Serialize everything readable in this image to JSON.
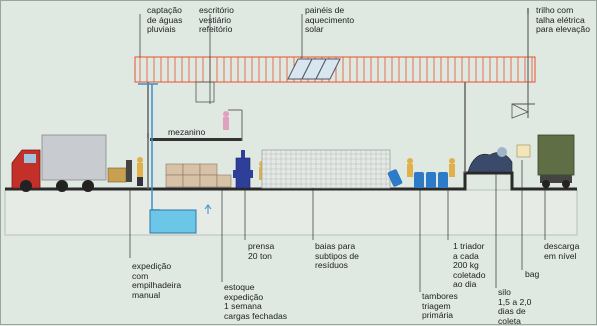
{
  "labels": {
    "rainwater": [
      "captação",
      "de águas",
      "pluviais"
    ],
    "office": [
      "escritório",
      "vestiário",
      "refeitório"
    ],
    "solar": [
      "painéis de",
      "aquecimento",
      "solar"
    ],
    "hoist": [
      "trilho com",
      "talha elétrica",
      "para elevação"
    ],
    "mezzanine": [
      "mezanino"
    ],
    "dispatch": [
      "expedição",
      "com",
      "empilhadeira",
      "manual"
    ],
    "storage": [
      "estoque",
      "expedição",
      "1 semana",
      "cargas fechadas"
    ],
    "press": [
      "prensa",
      "20 ton"
    ],
    "bays": [
      "baias para",
      "subtipos de",
      "resíduos"
    ],
    "drums": [
      "tambores",
      "triagem",
      "primária"
    ],
    "sorter": [
      "1 triador",
      "a cada",
      "200 kg",
      "coletado",
      "ao dia"
    ],
    "silo": [
      "silo",
      "1,5 a 2,0",
      "dias de",
      "coleta"
    ],
    "bag": [
      "bag"
    ],
    "unload": [
      "descarga",
      "em nível"
    ]
  },
  "colors": {
    "background": "#dfe8e1",
    "roof": "#e8522a",
    "pipe": "#3a8fd0",
    "floor": "#e6ebe6",
    "ground": "#2a2a2a"
  }
}
